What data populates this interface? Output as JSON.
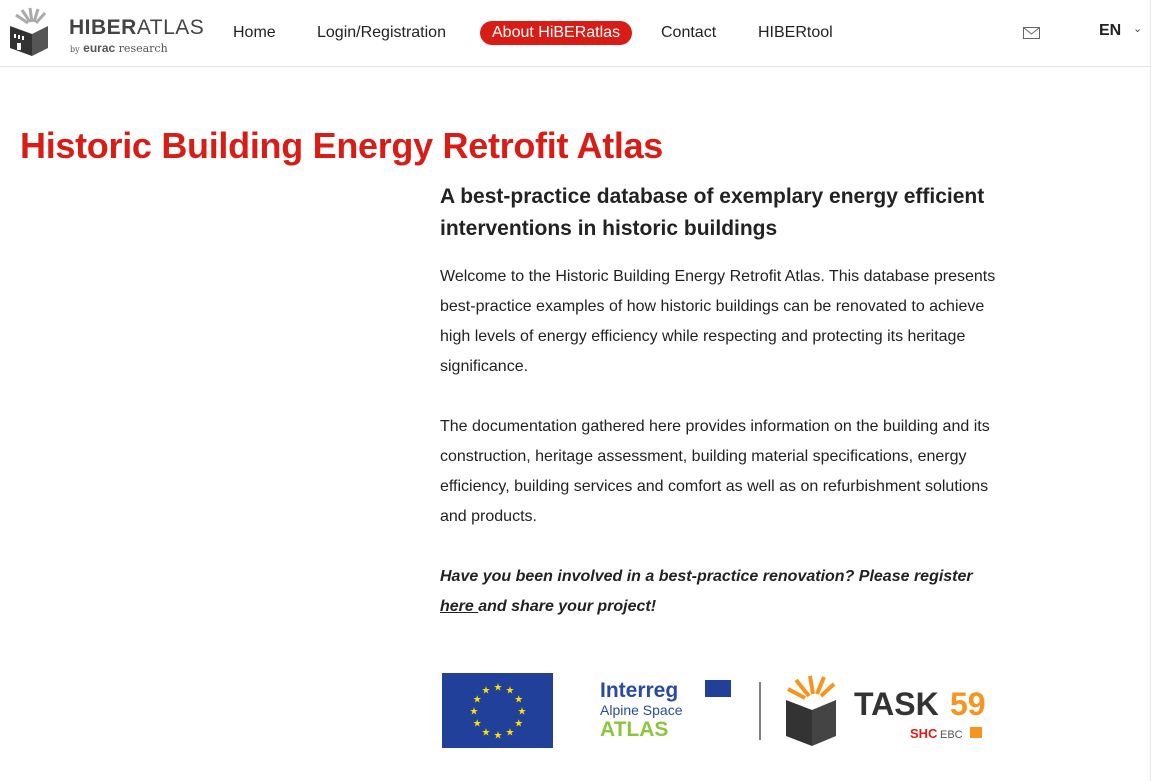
{
  "header": {
    "logo": {
      "title_bold": "HIBER",
      "title_light": "ATLAS",
      "by": "by",
      "org_bold": "eurac",
      "org": "research"
    },
    "nav": [
      {
        "label": "Home"
      },
      {
        "label": "Login/Registration"
      },
      {
        "label": "About HiBERatlas",
        "active": true
      },
      {
        "label": "Contact"
      },
      {
        "label": "HIBERtool"
      }
    ],
    "mail_icon": "envelope-icon",
    "language": "EN"
  },
  "accent_color": "#d81d17",
  "main": {
    "title": "Historic Building Energy Retrofit Atlas",
    "subtitle": "A best-practice database of exemplary energy efficient interventions in historic buildings",
    "paragraphs": [
      "Welcome to the Historic Building Energy Retrofit Atlas. This database presents best-practice examples of how historic buildings can be renovated to achieve high levels of energy efficiency while respecting and protecting its heritage significance.",
      "The documentation gathered here provides information on the building and its construction, heritage assessment, building material specifications, energy efficiency, building services and comfort as well as on refurbishment solutions and products."
    ],
    "cta": {
      "before": "Have you been involved in a best-practice renovation? Please register ",
      "link": "here ",
      "after": "and share your project!"
    }
  },
  "partner_logos": {
    "interreg": "Interreg",
    "alpine": "Alpine Space",
    "atlas": "ATLAS",
    "task": "TASK",
    "task_num": "59",
    "shc": "SHC",
    "ebc": "EBC"
  }
}
